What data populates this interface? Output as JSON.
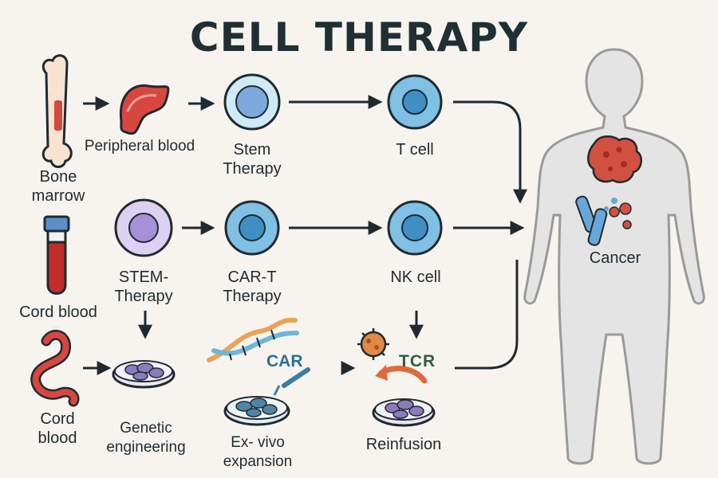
{
  "title": "CELL THERAPY",
  "sources": {
    "bone_marrow": "Bone\nmarrow",
    "peripheral_blood": "Peripheral blood",
    "cord_blood_tube": "Cord blood",
    "cord_blood": "Cord\nblood"
  },
  "therapies": {
    "stem_therapy": "Stem\nTherapy",
    "t_cell": "T cell",
    "stem_dash_therapy": "STEM-\nTherapy",
    "car_t_therapy": "CAR-T\nTherapy",
    "nk_cell": "NK cell"
  },
  "process": {
    "genetic_engineering": "Genetic\nengineering",
    "car": "CAR",
    "ex_vivo_expansion": "Ex- vivo\nexpansion",
    "tcr": "TCR",
    "reinfusion": "Reinfusion"
  },
  "patient": {
    "cancer": "Cancer"
  },
  "colors": {
    "background": "#f7f4ef",
    "cell_blue": "#7fc0e4",
    "cell_purple": "#c9b8ec",
    "blood_red": "#d8473f",
    "body_gray": "#e2e2e2"
  }
}
